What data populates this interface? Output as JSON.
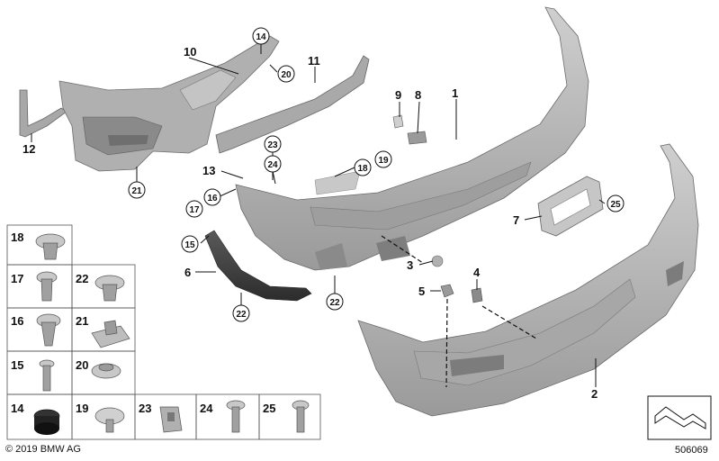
{
  "copyright": "© 2019 BMW AG",
  "diagram_number": "506069",
  "callouts": {
    "c1": "1",
    "c2": "2",
    "c3": "3",
    "c4": "4",
    "c5": "5",
    "c6": "6",
    "c7": "7",
    "c8": "8",
    "c9": "9",
    "c10": "10",
    "c11": "11",
    "c12": "12",
    "c13": "13",
    "c14": "14",
    "c15": "15",
    "c16": "16",
    "c17": "17",
    "c18": "18",
    "c19": "19",
    "c20": "20",
    "c21": "21",
    "c22a": "22",
    "c22b": "22",
    "c23": "23",
    "c24": "24",
    "c25": "25"
  },
  "grid_labels": {
    "g18": "18",
    "g17": "17",
    "g22": "22",
    "g16": "16",
    "g21": "21",
    "g15": "15",
    "g20": "20",
    "g14": "14",
    "g19": "19",
    "g23": "23",
    "g24": "24",
    "g25": "25"
  },
  "colors": {
    "part_fill": "#b7b7b7",
    "part_dark": "#7e7e7e",
    "part_light": "#d0d0d0",
    "line": "#111111"
  }
}
